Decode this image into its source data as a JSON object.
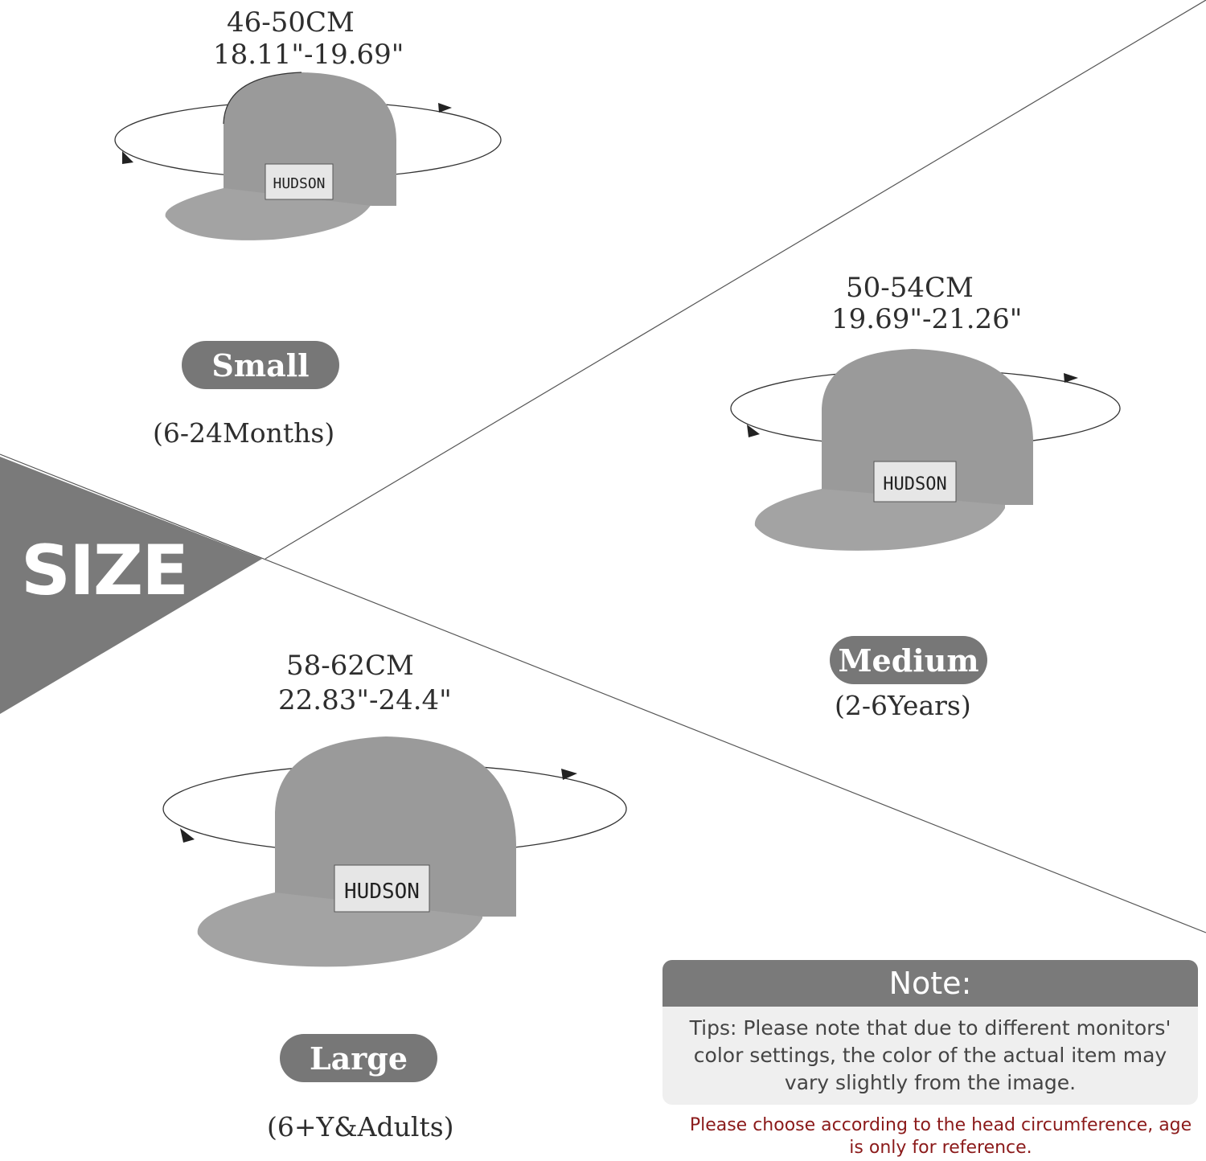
{
  "banner": {
    "title": "SIZE"
  },
  "sizes": {
    "small": {
      "cm": "46-50CM",
      "inch": "18.11\"-19.69\"",
      "label": "Small",
      "age": "(6-24Months)"
    },
    "medium": {
      "cm": "50-54CM",
      "inch": "19.69\"-21.26\"",
      "label": "Medium",
      "age": "(2-6Years)"
    },
    "large": {
      "cm": "58-62CM",
      "inch": "22.83\"-24.4\"",
      "label": "Large",
      "age": "(6+Y&Adults)"
    }
  },
  "cap_patch_text": "HUDSON",
  "note": {
    "title": "Note:",
    "body": "Tips: Please note that due to different monitors' color settings, the color of the actual item may vary slightly from the image.",
    "warning": "Please choose according to the head circumference, age is only for reference."
  },
  "colors": {
    "pill": "#777777",
    "banner": "#7a7a7a",
    "warning": "#8b1a1a",
    "cap": "#9a9a9a"
  }
}
